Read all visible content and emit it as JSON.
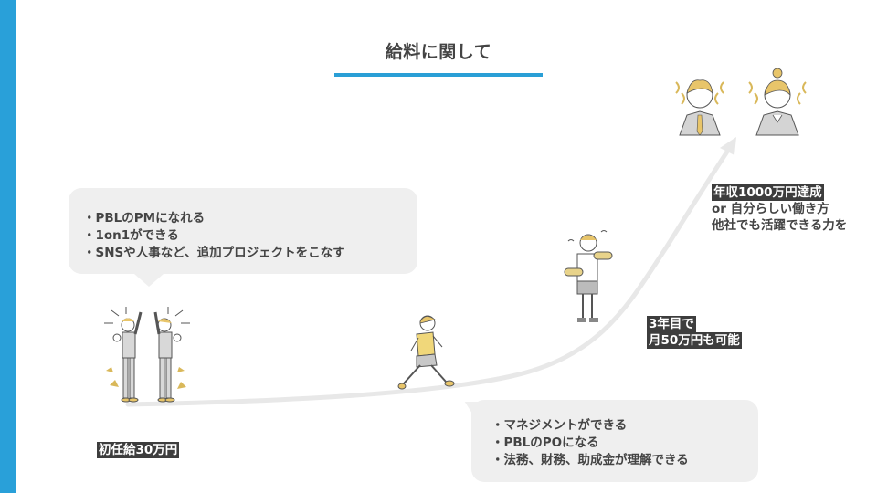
{
  "slide": {
    "title": "給料に関して",
    "accent_color": "#29a0d9",
    "bubble_color": "#efefef"
  },
  "milestones": {
    "start": {
      "label": "初任給30万円",
      "illustration": "celebrating-new-employees",
      "bubble_items": [
        "・PBLのPMになれる",
        "・1on1ができる",
        "・SNSや人事など、追加プロジェクトをこなす"
      ]
    },
    "growth": {
      "illustration": "running-woman",
      "bubble_items": [
        "・マネジメントができる",
        "・PBLのPOになる",
        "・法務、財務、助成金が理解できる"
      ]
    },
    "year3": {
      "illustration": "man-lifting-dumbbells",
      "label_lines": [
        "3年目で",
        "月50万円も可能"
      ]
    },
    "goal": {
      "illustration": "confident-business-people",
      "label_lines": [
        "年収1000万円達成",
        "or 自分らしい働き方",
        "他社でも活躍できる力を"
      ]
    }
  },
  "arrow": {
    "type": "growth-curve",
    "color": "#e8e8e8"
  }
}
